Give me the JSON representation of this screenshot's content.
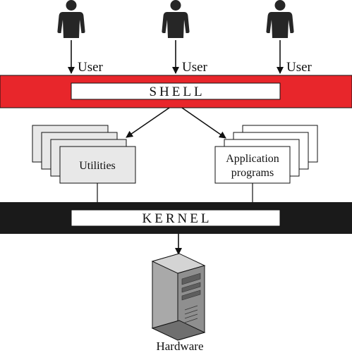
{
  "users": [
    {
      "label": "User"
    },
    {
      "label": "User"
    },
    {
      "label": "User"
    }
  ],
  "shell": {
    "label": "SHELL",
    "color": "#e8262b"
  },
  "kernel": {
    "label": "KERNEL",
    "color": "#1a1a1a"
  },
  "utilities": {
    "label": "Utilities",
    "fill": "#e8e8e8"
  },
  "applications": {
    "line1": "Application",
    "line2": "programs",
    "fill": "#ffffff"
  },
  "hardware": {
    "label": "Hardware",
    "icon": "server-tower-icon"
  },
  "colors": {
    "person": "#262626",
    "line": "#111111"
  }
}
